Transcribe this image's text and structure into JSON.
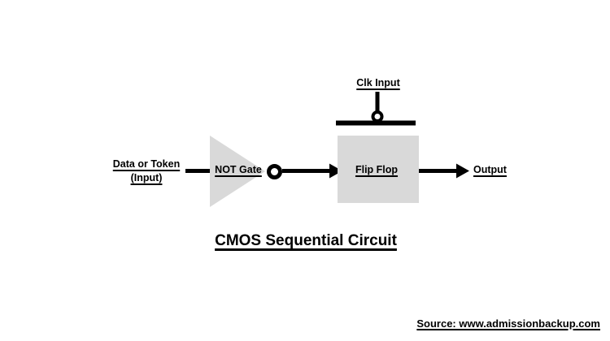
{
  "diagram": {
    "title": "CMOS Sequential Circuit",
    "source_credit": "Source: www.admissionbackup.com",
    "labels": {
      "clk_input": "Clk Input",
      "data_input_line1": "Data or Token",
      "data_input_line2": "(Input)",
      "not_gate": "NOT Gate",
      "flip_flop": "Flip Flop",
      "output": "Output"
    },
    "colors": {
      "background": "#ffffff",
      "shape_fill": "#d9d9d9",
      "line": "#000000",
      "text": "#000000"
    }
  }
}
